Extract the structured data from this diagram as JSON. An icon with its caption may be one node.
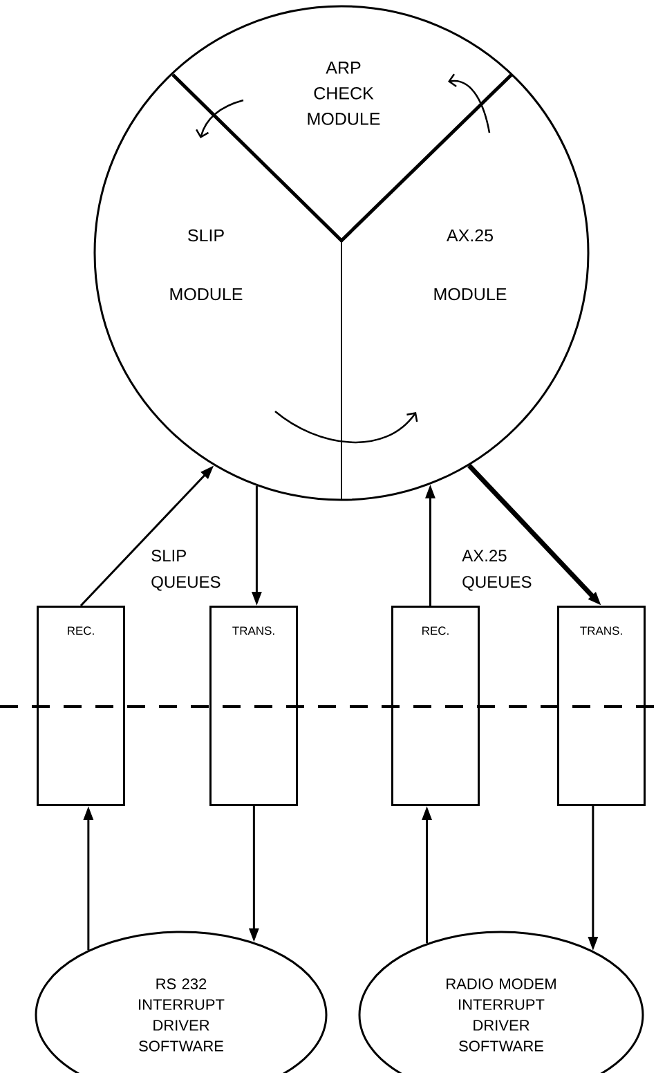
{
  "diagram": {
    "nodes": [
      {
        "text": [],
        "shape": "circle"
      },
      {
        "text": [
          "ARP CHECK MODULE"
        ],
        "in": 0
      },
      {
        "text": [
          "SLIP MODULE"
        ],
        "in": 0
      },
      {
        "text": [
          "AX.25 MODULE"
        ],
        "in": 0
      },
      {
        "text": [
          "REC."
        ]
      },
      {
        "text": [
          "TRANS."
        ]
      },
      {
        "text": [
          "REC."
        ]
      },
      {
        "text": [
          "TRANS."
        ]
      },
      {
        "text": [
          "RS 232 INTERRUPT DRIVER SOFTWARE"
        ]
      },
      {
        "text": [
          "RADIO MODEM INTERRUPT DRIVER SOFTWARE"
        ]
      }
    ],
    "edges": [
      {
        "from": 4,
        "to": 0,
        "arrow": "to"
      },
      {
        "from": 0,
        "to": 5,
        "arrow": "to"
      },
      {
        "from": 6,
        "to": 0,
        "arrow": "to"
      },
      {
        "from": 0,
        "to": 7,
        "arrow": "to",
        "style": "thick"
      },
      {
        "from": 8,
        "to": 4,
        "arrow": "to"
      },
      {
        "from": 5,
        "to": 8,
        "arrow": "to"
      },
      {
        "from": 9,
        "to": 6,
        "arrow": "to"
      },
      {
        "from": 7,
        "to": 9,
        "arrow": "to"
      }
    ],
    "labels": [
      "SLIP QUEUES",
      "AX.25 QUEUES"
    ]
  }
}
